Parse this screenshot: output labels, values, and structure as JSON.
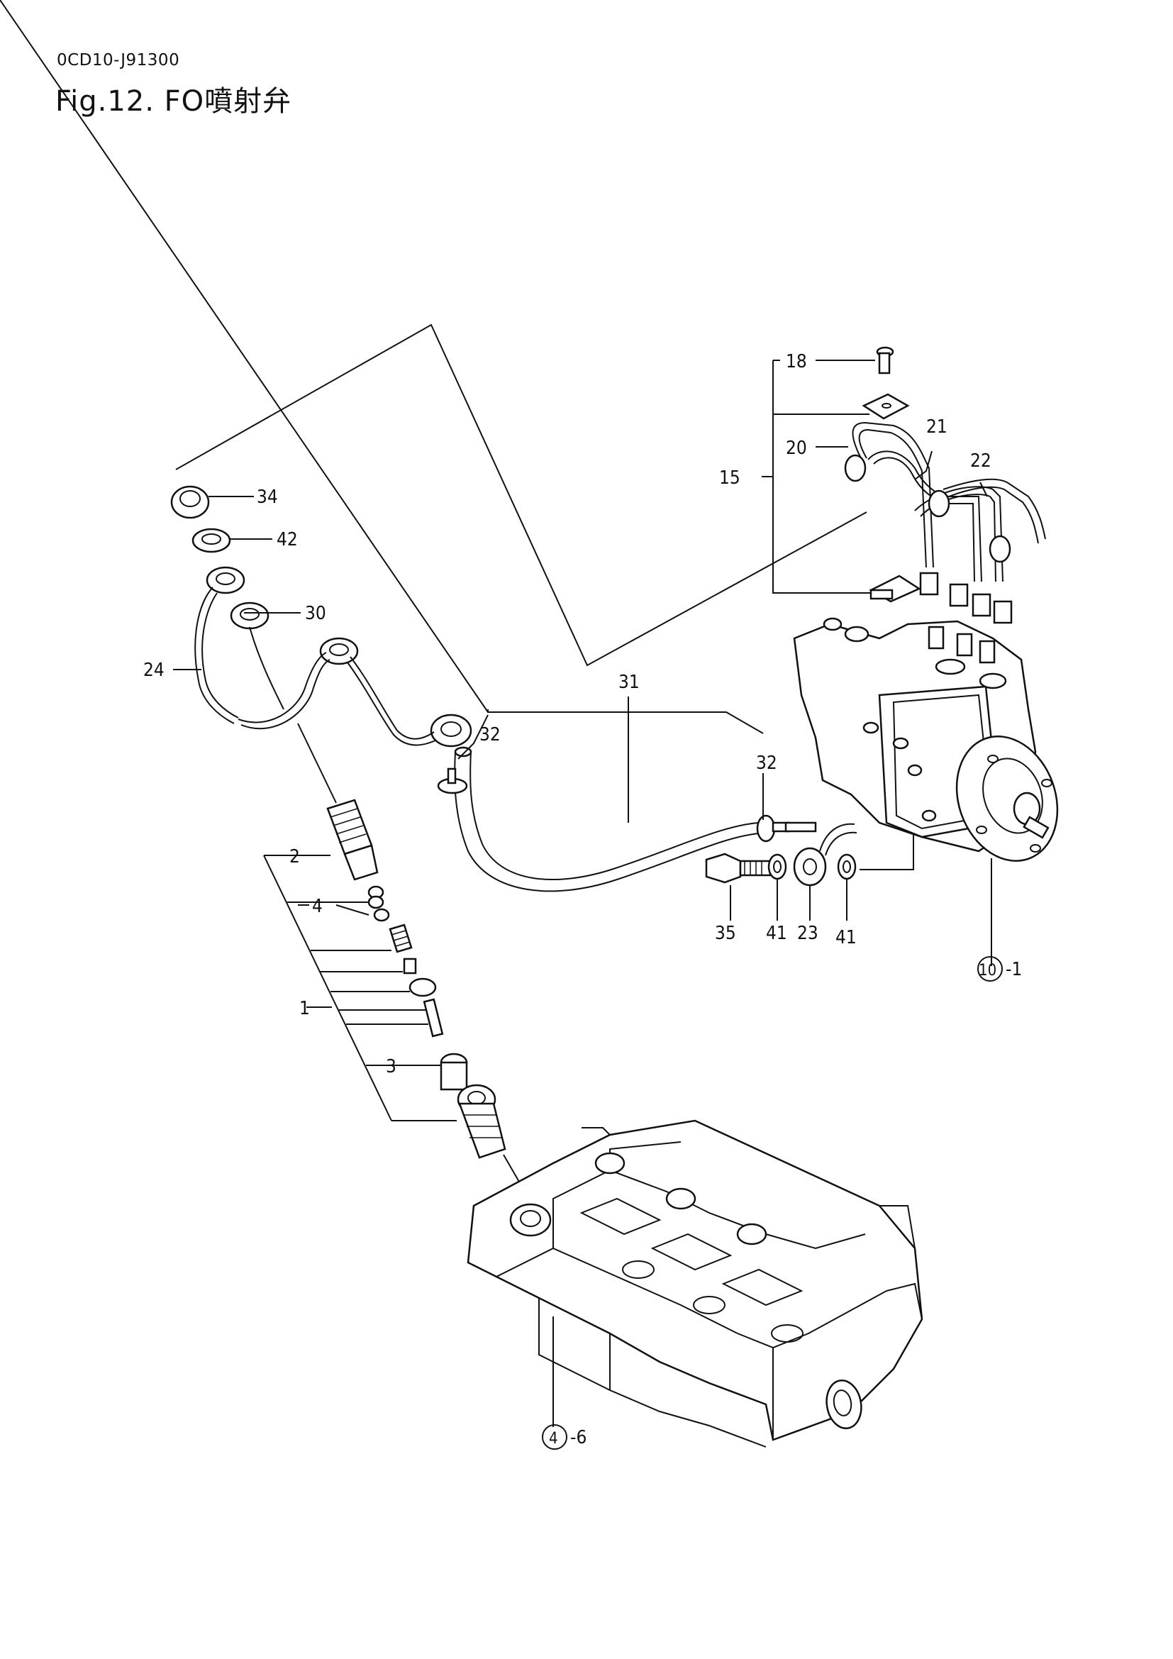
{
  "document": {
    "code": "0CD10-J91300",
    "figure_title": "Fig.12.  FO噴射弁"
  },
  "callouts": {
    "c1": "1",
    "c2": "2",
    "c3": "3",
    "c4": "4",
    "c15": "15",
    "c18": "18",
    "c20": "20",
    "c21": "21",
    "c22": "22",
    "c23": "23",
    "c24": "24",
    "c30": "30",
    "c31": "31",
    "c32a": "32",
    "c32b": "32",
    "c34": "34",
    "c35": "35",
    "c41a": "41",
    "c41b": "41",
    "c42": "42",
    "ref10": "10",
    "ref10_suffix": "-1",
    "ref4": "4",
    "ref4_suffix": "-6"
  }
}
